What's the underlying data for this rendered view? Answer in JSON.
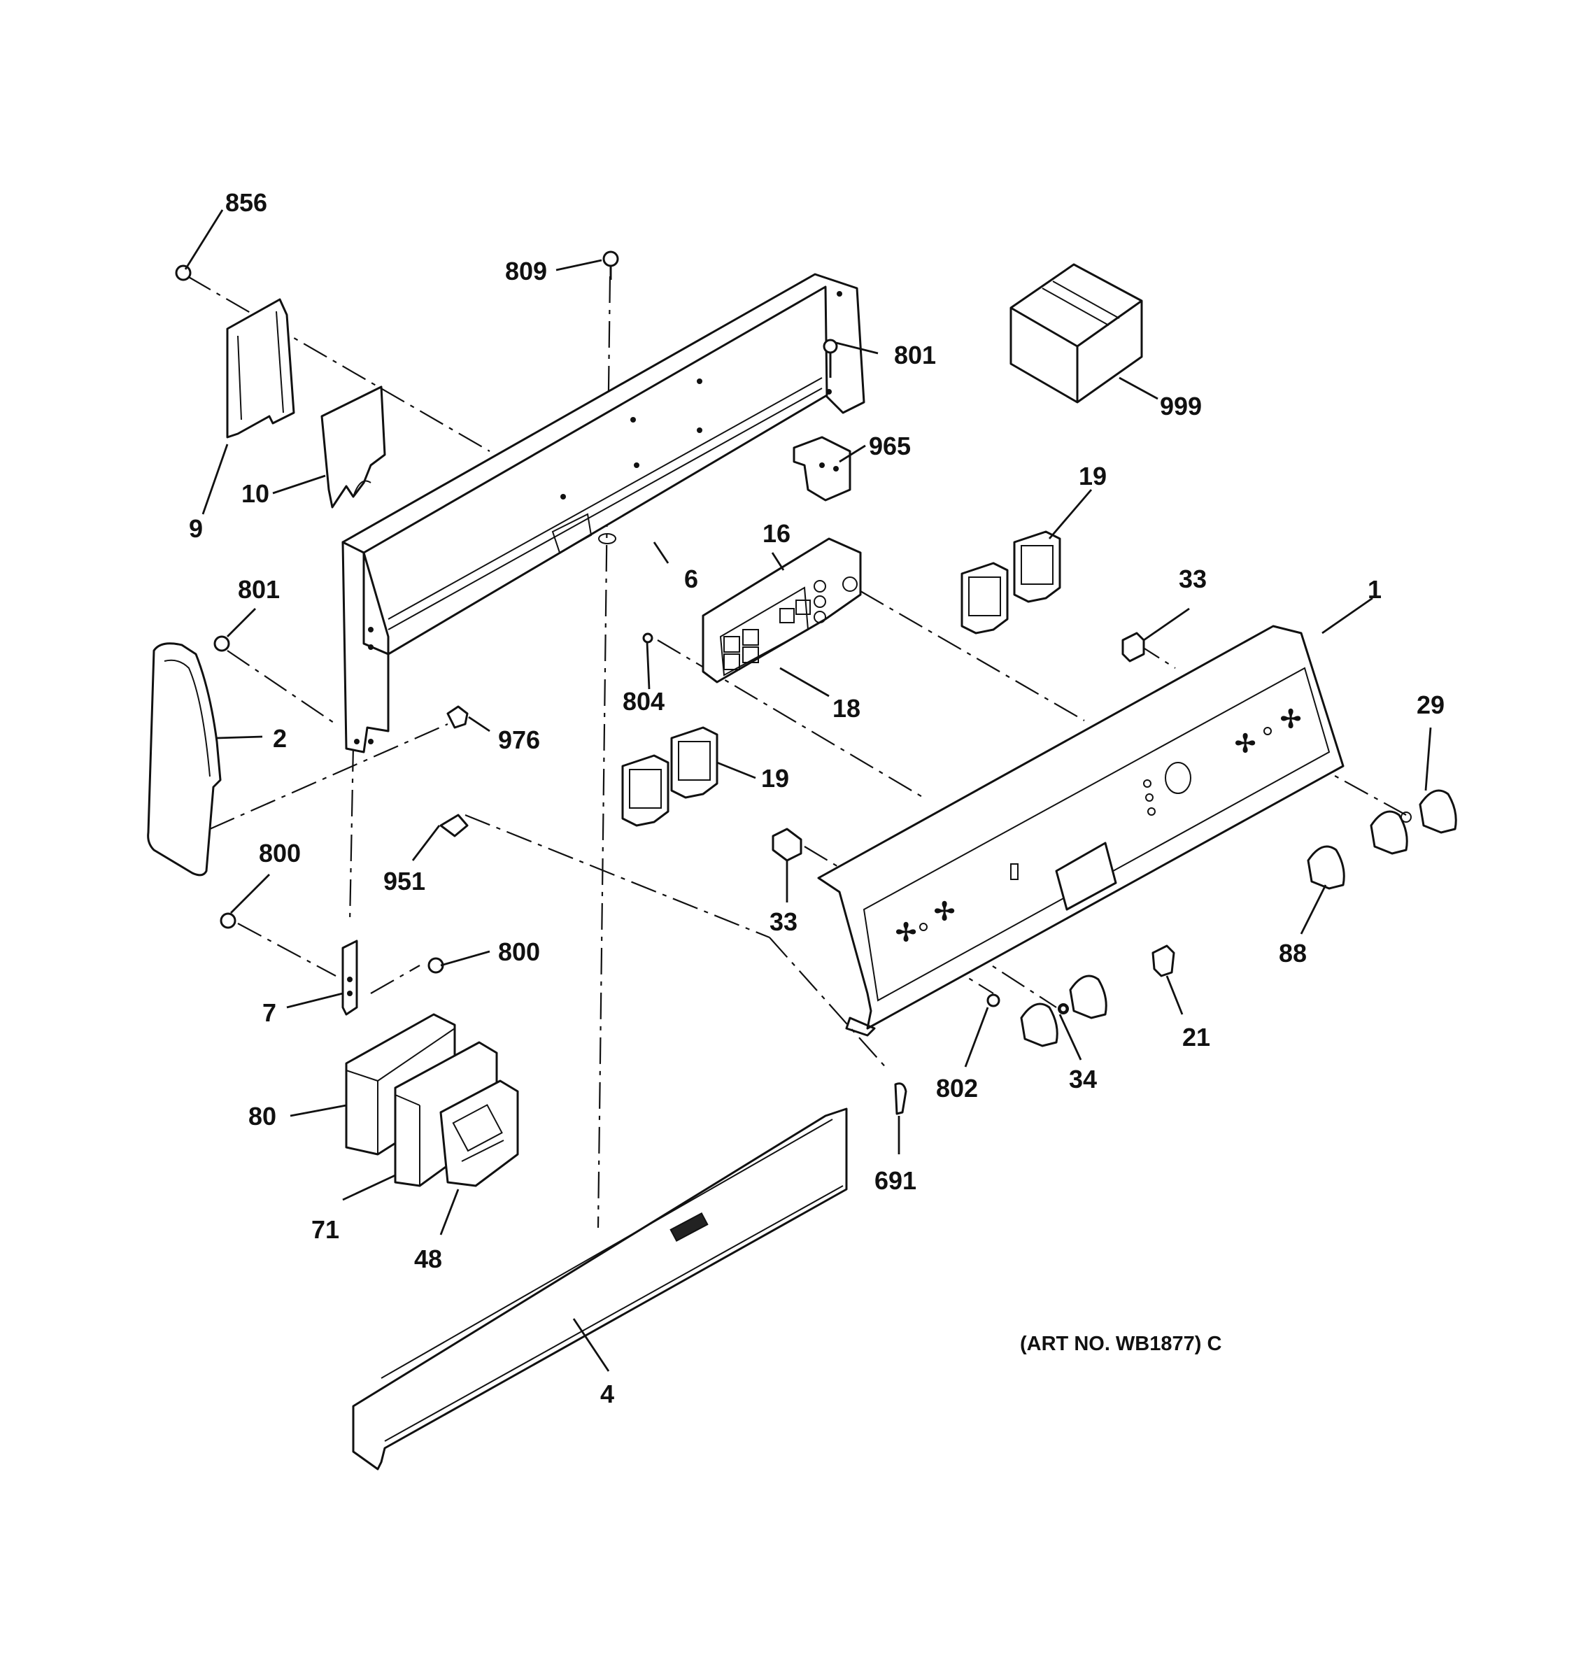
{
  "callouts": {
    "c856": "856",
    "c809": "809",
    "c801a": "801",
    "c999": "999",
    "c965": "965",
    "c9": "9",
    "c10": "10",
    "c16": "16",
    "c19a": "19",
    "c6": "6",
    "c33a": "33",
    "c1": "1",
    "c801b": "801",
    "c804": "804",
    "c18": "18",
    "c2": "2",
    "c976": "976",
    "c29": "29",
    "c19b": "19",
    "c800a": "800",
    "c951": "951",
    "c33b": "33",
    "c88": "88",
    "c800b": "800",
    "c7": "7",
    "c21": "21",
    "c802": "802",
    "c34": "34",
    "c80": "80",
    "c691": "691",
    "c71": "71",
    "c48": "48",
    "c4": "4"
  },
  "art_number": "(ART NO. WB1877) C"
}
